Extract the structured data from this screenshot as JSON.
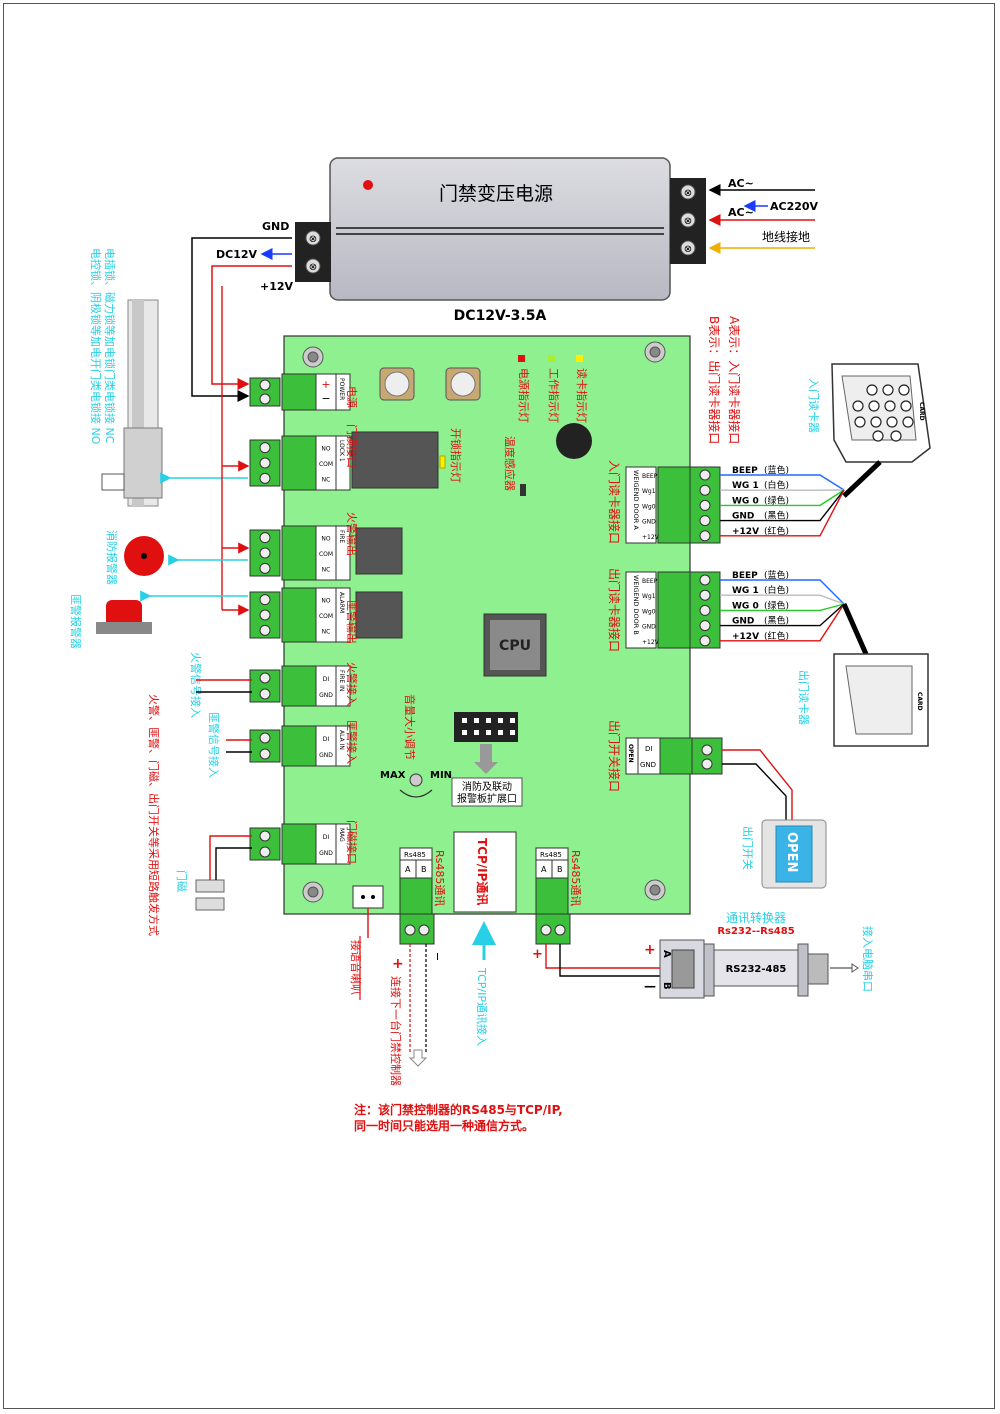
{
  "psu": {
    "title": "门禁变压电源",
    "rating": "DC12V-3.5A"
  },
  "psu_left": {
    "gnd": "GND",
    "dc": "DC12V",
    "plus": "+12V"
  },
  "psu_right": {
    "ac1": "AC~",
    "ac220": "AC220V",
    "ac2": "AC~",
    "earth": "地线接地"
  },
  "notes": {
    "a": "A表示：入门读卡器接口",
    "b": "B表示：出门读卡器接口"
  },
  "lock_desc": {
    "l1": "电插锁、磁力锁等加电锁门类电锁接 NC",
    "l2": "电控锁、阴极锁等加电开门类电锁接 NO"
  },
  "leds": {
    "power": "电源指示灯",
    "work": "工作指示灯",
    "read": "读卡指示灯",
    "unlock": "开锁指示灯",
    "temp": "温度感应器"
  },
  "left_terms": {
    "power": {
      "label": "电源",
      "pins": [
        "+",
        "−"
      ],
      "tag": "POWER"
    },
    "lock": {
      "label": "门锁接口",
      "pins": [
        "NO",
        "COM",
        "NC"
      ],
      "tag": "LOCK 1"
    },
    "fire_out": {
      "label": "火警输出",
      "pins": [
        "NO",
        "COM",
        "NC"
      ],
      "tag": "FIRE"
    },
    "alarm_out": {
      "label": "匪警输出",
      "pins": [
        "NO",
        "COM",
        "NC"
      ],
      "tag": "ALARM"
    },
    "fire_in": {
      "label": "火警接入",
      "pins": [
        "DI",
        "GND"
      ],
      "tag": "FIRE IN"
    },
    "alarm_in": {
      "label": "匪警接入",
      "pins": [
        "DI",
        "GND"
      ],
      "tag": "ALA IN"
    },
    "mag": {
      "label": "门磁接口",
      "pins": [
        "DI",
        "GND"
      ],
      "tag": "MAG"
    }
  },
  "devices": {
    "fire_alarm": "消防报警器",
    "police_alarm": "匪警报警器",
    "fire_sig": "火警信号接入",
    "alarm_sig": "匪警信号接入",
    "sensor_note": "火警、匪警、门磁、出门开关等采用短路触发方式",
    "door_mag": "门磁"
  },
  "reader_a": {
    "port": "入门读卡器接口",
    "tag": "WEIGEND DOOR A",
    "pins": [
      "BEEP",
      "Wg1",
      "Wg0",
      "GND",
      "+12V"
    ],
    "device": "入门读卡器",
    "card": "CARD"
  },
  "reader_b": {
    "port": "出门读卡器接口",
    "tag": "WEIGEND DOOR B",
    "pins": [
      "BEEP",
      "Wg1",
      "Wg0",
      "GND",
      "+12V"
    ],
    "device": "出门读卡器",
    "card": "CARD"
  },
  "wires": [
    {
      "name": "BEEP",
      "color": "(蓝色)"
    },
    {
      "name": "WG 1",
      "color": "(白色)"
    },
    {
      "name": "WG 0",
      "color": "(绿色)"
    },
    {
      "name": "GND",
      "color": "(黑色)"
    },
    {
      "name": "+12V",
      "color": "(红色)"
    }
  ],
  "wire_colors": [
    "#1a6dff",
    "#bbbbbb",
    "#22cc22",
    "#000000",
    "#e01010"
  ],
  "cpu": "CPU",
  "volume": {
    "label": "音量大小调节",
    "max": "MAX",
    "min": "MIN"
  },
  "expansion": {
    "l1": "消防及联动",
    "l2": "报警板扩展口"
  },
  "exit": {
    "port": "出门开关接口",
    "tag": "OPEN",
    "pins": [
      "DI",
      "GND"
    ],
    "button": "OPEN",
    "device": "出门开关"
  },
  "rs485": {
    "tag": "Rs485",
    "a": "A",
    "b": "B",
    "label": "Rs485通讯",
    "plus": "+",
    "minus": "I"
  },
  "tcp": {
    "label": "TCP/IP通讯",
    "access": "TCP/IP通讯接入"
  },
  "speaker": "接语音喇叭",
  "next": "连接下一台门禁控制器",
  "converter": {
    "title": "通讯转换器",
    "sub": "Rs232--Rs485",
    "body": "RS232-485",
    "a": "A",
    "b": "B",
    "plus": "+",
    "minus": "—",
    "pc": "接入电脑串口"
  },
  "note": {
    "l1": "注：该门禁控制器的RS485与TCP/IP,",
    "l2": "同一时间只能选用一种通信方式。"
  },
  "colors": {
    "board": "#8ef08e",
    "terminal": "#3cc03c",
    "red": "#e01010",
    "cyan": "#27d0e6",
    "label_red": "#e01010"
  }
}
